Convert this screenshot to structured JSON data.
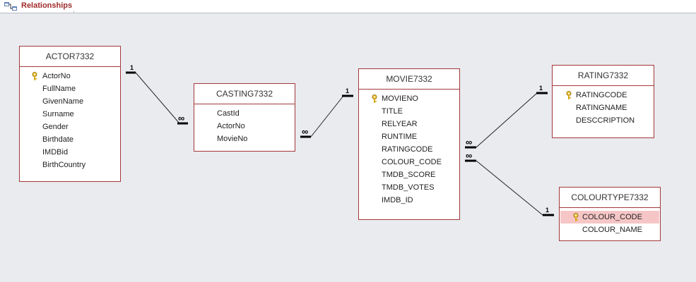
{
  "tab": {
    "label": "Relationships",
    "icon": "relationships-icon"
  },
  "tables": {
    "actor": {
      "name": "ACTOR7332",
      "fields": [
        "ActorNo",
        "FullName",
        "GivenName",
        "Surname",
        "Gender",
        "Birthdate",
        "IMDBid",
        "BirthCountry"
      ],
      "key": "ActorNo"
    },
    "casting": {
      "name": "CASTING7332",
      "fields": [
        "CastId",
        "ActorNo",
        "MovieNo"
      ]
    },
    "movie": {
      "name": "MOVIE7332",
      "fields": [
        "MOVIENO",
        "TITLE",
        "RELYEAR",
        "RUNTIME",
        "RATINGCODE",
        "COLOUR_CODE",
        "TMDB_SCORE",
        "TMDB_VOTES",
        "IMDB_ID"
      ],
      "key": "MOVIENO"
    },
    "rating": {
      "name": "RATING7332",
      "fields": [
        "RATINGCODE",
        "RATINGNAME",
        "DESCCRIPTION"
      ],
      "key": "RATINGCODE"
    },
    "colourtype": {
      "name": "COLOURTYPE7332",
      "fields": [
        "COLOUR_CODE",
        "COLOUR_NAME"
      ],
      "key": "COLOUR_CODE",
      "selected": "COLOUR_CODE"
    }
  },
  "relationships": [
    {
      "from": "ACTOR7332.ActorNo",
      "to": "CASTING7332.ActorNo",
      "one": "1",
      "many": "∞"
    },
    {
      "from": "MOVIE7332.MOVIENO",
      "to": "CASTING7332.MovieNo",
      "one": "1",
      "many": "∞"
    },
    {
      "from": "RATING7332.RATINGCODE",
      "to": "MOVIE7332.RATINGCODE",
      "one": "1",
      "many": "∞"
    },
    {
      "from": "COLOURTYPE7332.COLOUR_CODE",
      "to": "MOVIE7332.COLOUR_CODE",
      "one": "1",
      "many": "∞"
    }
  ],
  "colors": {
    "tab_text": "#9e2a2b",
    "table_border": "#a4373a",
    "selected_row": "#f6c6c6",
    "canvas": "#e9ebef"
  }
}
